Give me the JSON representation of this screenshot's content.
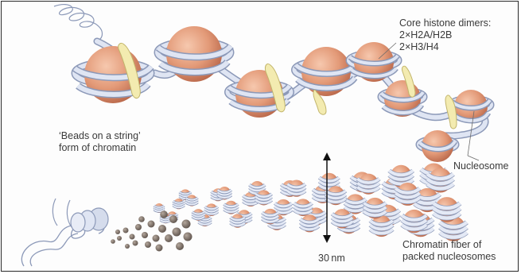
{
  "labels": {
    "core_histone": {
      "line1": "Core histone dimers:",
      "line2": "2×H2A/H2B",
      "line3": "2×H3/H4"
    },
    "beads": {
      "line1": "‘Beads on a string’",
      "line2": "form of chromatin"
    },
    "nucleosome": "Nucleosome",
    "fiber": {
      "line1": "Chromatin fiber of",
      "line2": "packed nucleosomes"
    },
    "scale": "30 nm"
  },
  "colors": {
    "histone": "#e6a07f",
    "histone_dark": "#c87250",
    "dna": "#c9d3e8",
    "dna_edge": "#8c99b8",
    "linker_protein": "#f3ebb0",
    "small_bead": "#8a7d74"
  }
}
